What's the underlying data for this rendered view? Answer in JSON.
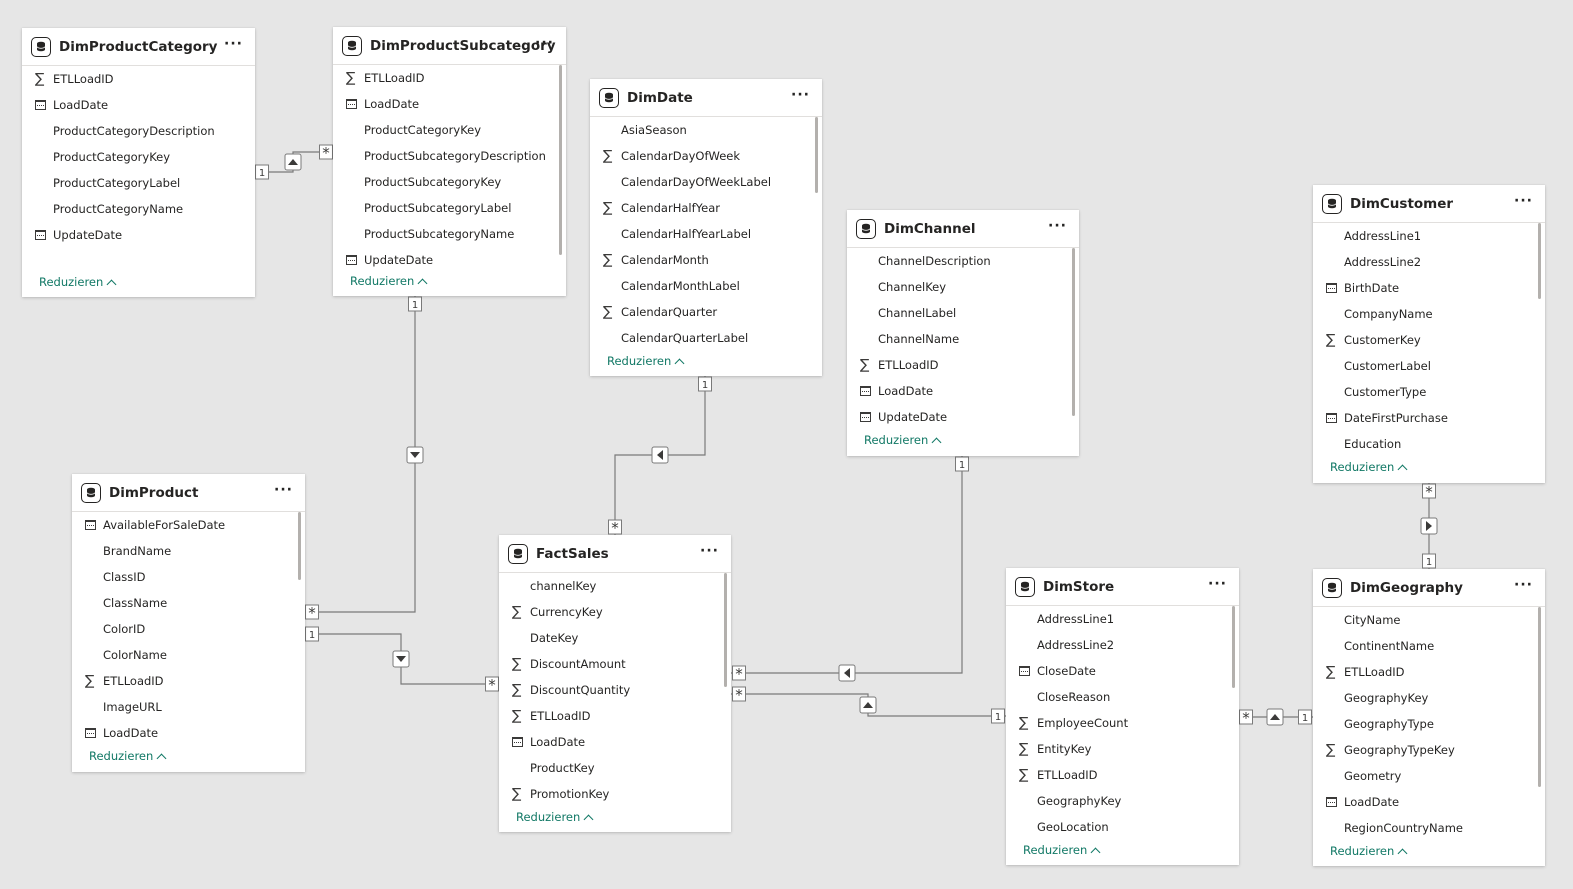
{
  "collapse_label": "Reduzieren",
  "colors": {
    "accent": "#117865",
    "line": "#7a7a7a",
    "canvas": "#e6e6e6"
  },
  "icons": {
    "table": "table-database-icon",
    "sum": "sigma-icon",
    "date": "calendar-icon",
    "more": "more-options-icon"
  },
  "tables": [
    {
      "name": "DimProductCategory",
      "fields": [
        {
          "label": "ETLLoadID",
          "icon": "sum"
        },
        {
          "label": "LoadDate",
          "icon": "cal"
        },
        {
          "label": "ProductCategoryDescription",
          "icon": ""
        },
        {
          "label": "ProductCategoryKey",
          "icon": ""
        },
        {
          "label": "ProductCategoryLabel",
          "icon": ""
        },
        {
          "label": "ProductCategoryName",
          "icon": ""
        },
        {
          "label": "UpdateDate",
          "icon": "cal"
        }
      ]
    },
    {
      "name": "DimProductSubcategory",
      "fields": [
        {
          "label": "ETLLoadID",
          "icon": "sum"
        },
        {
          "label": "LoadDate",
          "icon": "cal"
        },
        {
          "label": "ProductCategoryKey",
          "icon": ""
        },
        {
          "label": "ProductSubcategoryDescription",
          "icon": ""
        },
        {
          "label": "ProductSubcategoryKey",
          "icon": ""
        },
        {
          "label": "ProductSubcategoryLabel",
          "icon": ""
        },
        {
          "label": "ProductSubcategoryName",
          "icon": ""
        },
        {
          "label": "UpdateDate",
          "icon": "cal"
        }
      ]
    },
    {
      "name": "DimDate",
      "fields": [
        {
          "label": "AsiaSeason",
          "icon": ""
        },
        {
          "label": "CalendarDayOfWeek",
          "icon": "sum"
        },
        {
          "label": "CalendarDayOfWeekLabel",
          "icon": ""
        },
        {
          "label": "CalendarHalfYear",
          "icon": "sum"
        },
        {
          "label": "CalendarHalfYearLabel",
          "icon": ""
        },
        {
          "label": "CalendarMonth",
          "icon": "sum"
        },
        {
          "label": "CalendarMonthLabel",
          "icon": ""
        },
        {
          "label": "CalendarQuarter",
          "icon": "sum"
        },
        {
          "label": "CalendarQuarterLabel",
          "icon": ""
        }
      ]
    },
    {
      "name": "DimChannel",
      "fields": [
        {
          "label": "ChannelDescription",
          "icon": ""
        },
        {
          "label": "ChannelKey",
          "icon": ""
        },
        {
          "label": "ChannelLabel",
          "icon": ""
        },
        {
          "label": "ChannelName",
          "icon": ""
        },
        {
          "label": "ETLLoadID",
          "icon": "sum"
        },
        {
          "label": "LoadDate",
          "icon": "cal"
        },
        {
          "label": "UpdateDate",
          "icon": "cal"
        }
      ]
    },
    {
      "name": "DimCustomer",
      "fields": [
        {
          "label": "AddressLine1",
          "icon": ""
        },
        {
          "label": "AddressLine2",
          "icon": ""
        },
        {
          "label": "BirthDate",
          "icon": "cal"
        },
        {
          "label": "CompanyName",
          "icon": ""
        },
        {
          "label": "CustomerKey",
          "icon": "sum"
        },
        {
          "label": "CustomerLabel",
          "icon": ""
        },
        {
          "label": "CustomerType",
          "icon": ""
        },
        {
          "label": "DateFirstPurchase",
          "icon": "cal"
        },
        {
          "label": "Education",
          "icon": ""
        }
      ]
    },
    {
      "name": "DimProduct",
      "fields": [
        {
          "label": "AvailableForSaleDate",
          "icon": "cal"
        },
        {
          "label": "BrandName",
          "icon": ""
        },
        {
          "label": "ClassID",
          "icon": ""
        },
        {
          "label": "ClassName",
          "icon": ""
        },
        {
          "label": "ColorID",
          "icon": ""
        },
        {
          "label": "ColorName",
          "icon": ""
        },
        {
          "label": "ETLLoadID",
          "icon": "sum"
        },
        {
          "label": "ImageURL",
          "icon": ""
        },
        {
          "label": "LoadDate",
          "icon": "cal"
        }
      ]
    },
    {
      "name": "FactSales",
      "fields": [
        {
          "label": "channelKey",
          "icon": ""
        },
        {
          "label": "CurrencyKey",
          "icon": "sum"
        },
        {
          "label": "DateKey",
          "icon": ""
        },
        {
          "label": "DiscountAmount",
          "icon": "sum"
        },
        {
          "label": "DiscountQuantity",
          "icon": "sum"
        },
        {
          "label": "ETLLoadID",
          "icon": "sum"
        },
        {
          "label": "LoadDate",
          "icon": "cal"
        },
        {
          "label": "ProductKey",
          "icon": ""
        },
        {
          "label": "PromotionKey",
          "icon": "sum"
        }
      ]
    },
    {
      "name": "DimStore",
      "fields": [
        {
          "label": "AddressLine1",
          "icon": ""
        },
        {
          "label": "AddressLine2",
          "icon": ""
        },
        {
          "label": "CloseDate",
          "icon": "cal"
        },
        {
          "label": "CloseReason",
          "icon": ""
        },
        {
          "label": "EmployeeCount",
          "icon": "sum"
        },
        {
          "label": "EntityKey",
          "icon": "sum"
        },
        {
          "label": "ETLLoadID",
          "icon": "sum"
        },
        {
          "label": "GeographyKey",
          "icon": ""
        },
        {
          "label": "GeoLocation",
          "icon": ""
        }
      ]
    },
    {
      "name": "DimGeography",
      "fields": [
        {
          "label": "CityName",
          "icon": ""
        },
        {
          "label": "ContinentName",
          "icon": ""
        },
        {
          "label": "ETLLoadID",
          "icon": "sum"
        },
        {
          "label": "GeographyKey",
          "icon": ""
        },
        {
          "label": "GeographyType",
          "icon": ""
        },
        {
          "label": "GeographyTypeKey",
          "icon": "sum"
        },
        {
          "label": "Geometry",
          "icon": ""
        },
        {
          "label": "LoadDate",
          "icon": "cal"
        },
        {
          "label": "RegionCountryName",
          "icon": ""
        }
      ]
    }
  ],
  "relationships": [
    {
      "from": "DimProductCategory",
      "to": "DimProductSubcategory",
      "from_card": "1",
      "to_card": "*",
      "direction": "up"
    },
    {
      "from": "DimProductSubcategory",
      "to": "DimProduct",
      "from_card": "1",
      "to_card": "*",
      "direction": "down"
    },
    {
      "from": "DimDate",
      "to": "FactSales",
      "from_card": "1",
      "to_card": "*",
      "direction": "left"
    },
    {
      "from": "DimProduct",
      "to": "FactSales",
      "from_card": "1",
      "to_card": "*",
      "direction": "down"
    },
    {
      "from": "DimChannel",
      "to": "FactSales",
      "from_card": "1",
      "to_card": "*",
      "direction": "left"
    },
    {
      "from": "DimStore",
      "to": "FactSales",
      "from_card": "1",
      "to_card": "*",
      "direction": "up"
    },
    {
      "from": "DimGeography",
      "to": "DimStore",
      "from_card": "1",
      "to_card": "*",
      "direction": "up"
    },
    {
      "from": "DimGeography",
      "to": "DimCustomer",
      "from_card": "1",
      "to_card": "*",
      "direction": "right"
    }
  ]
}
